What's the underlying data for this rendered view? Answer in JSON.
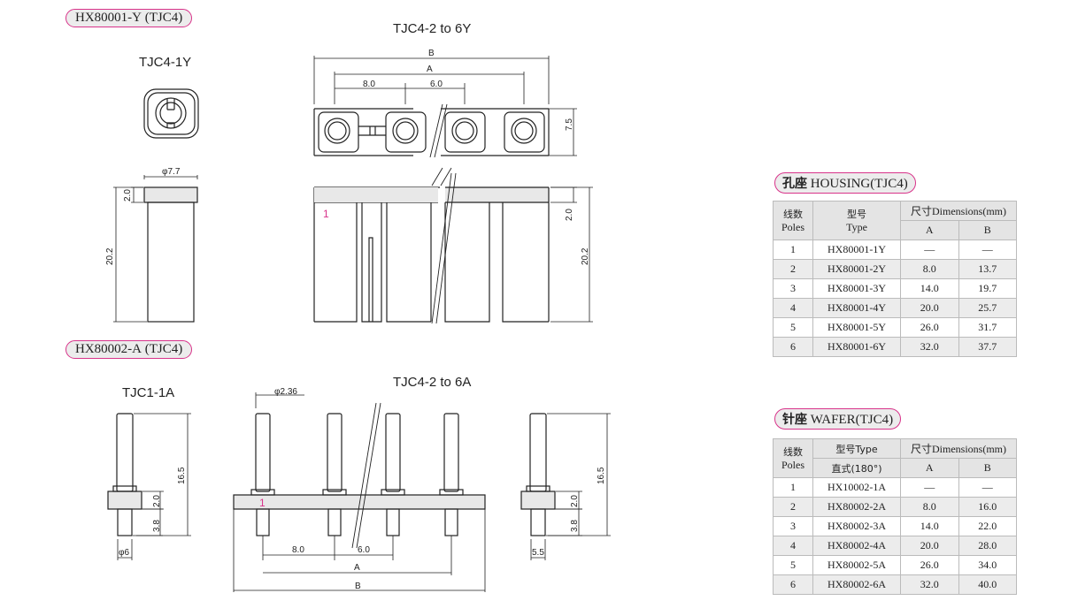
{
  "sections": {
    "housing_pill": "HX80001-Y (TJC4)",
    "wafer_pill": "HX80002-A (TJC4)"
  },
  "views": {
    "housing_single": "TJC4-1Y",
    "housing_multi": "TJC4-2 to 6Y",
    "wafer_single": "TJC1-1A",
    "wafer_multi": "TJC4-2 to 6A"
  },
  "dims": {
    "phi77": "φ7.7",
    "d20": "2.0",
    "d202": "20.2",
    "B": "B",
    "A": "A",
    "d80": "8.0",
    "d60": "6.0",
    "d75": "7.5",
    "phi236": "φ2.36",
    "d165": "16.5",
    "d38": "3.8",
    "phi6": "φ6",
    "d55": "5.5",
    "pin1": "1"
  },
  "housing_table": {
    "title_cn": "孔座",
    "title_en": "HOUSING(TJC4)",
    "h_poles_cn": "线数",
    "h_poles_en": "Poles",
    "h_type_cn": "型号",
    "h_type_en": "Type",
    "h_dims": "尺寸Dimensions(mm)",
    "h_a": "A",
    "h_b": "B",
    "rows": [
      {
        "poles": "1",
        "type": "HX80001-1Y",
        "a": "—",
        "b": "—"
      },
      {
        "poles": "2",
        "type": "HX80001-2Y",
        "a": "8.0",
        "b": "13.7"
      },
      {
        "poles": "3",
        "type": "HX80001-3Y",
        "a": "14.0",
        "b": "19.7"
      },
      {
        "poles": "4",
        "type": "HX80001-4Y",
        "a": "20.0",
        "b": "25.7"
      },
      {
        "poles": "5",
        "type": "HX80001-5Y",
        "a": "26.0",
        "b": "31.7"
      },
      {
        "poles": "6",
        "type": "HX80001-6Y",
        "a": "32.0",
        "b": "37.7"
      }
    ]
  },
  "wafer_table": {
    "title_cn": "针座",
    "title_en": "WAFER(TJC4)",
    "h_poles_cn": "线数",
    "h_poles_en": "Poles",
    "h_type_cn": "型号Type",
    "h_type_sub": "直式(180°)",
    "h_dims": "尺寸Dimensions(mm)",
    "h_a": "A",
    "h_b": "B",
    "rows": [
      {
        "poles": "1",
        "type": "HX10002-1A",
        "a": "—",
        "b": "—"
      },
      {
        "poles": "2",
        "type": "HX80002-2A",
        "a": "8.0",
        "b": "16.0"
      },
      {
        "poles": "3",
        "type": "HX80002-3A",
        "a": "14.0",
        "b": "22.0"
      },
      {
        "poles": "4",
        "type": "HX80002-4A",
        "a": "20.0",
        "b": "28.0"
      },
      {
        "poles": "5",
        "type": "HX80002-5A",
        "a": "26.0",
        "b": "34.0"
      },
      {
        "poles": "6",
        "type": "HX80002-6A",
        "a": "32.0",
        "b": "40.0"
      }
    ]
  }
}
